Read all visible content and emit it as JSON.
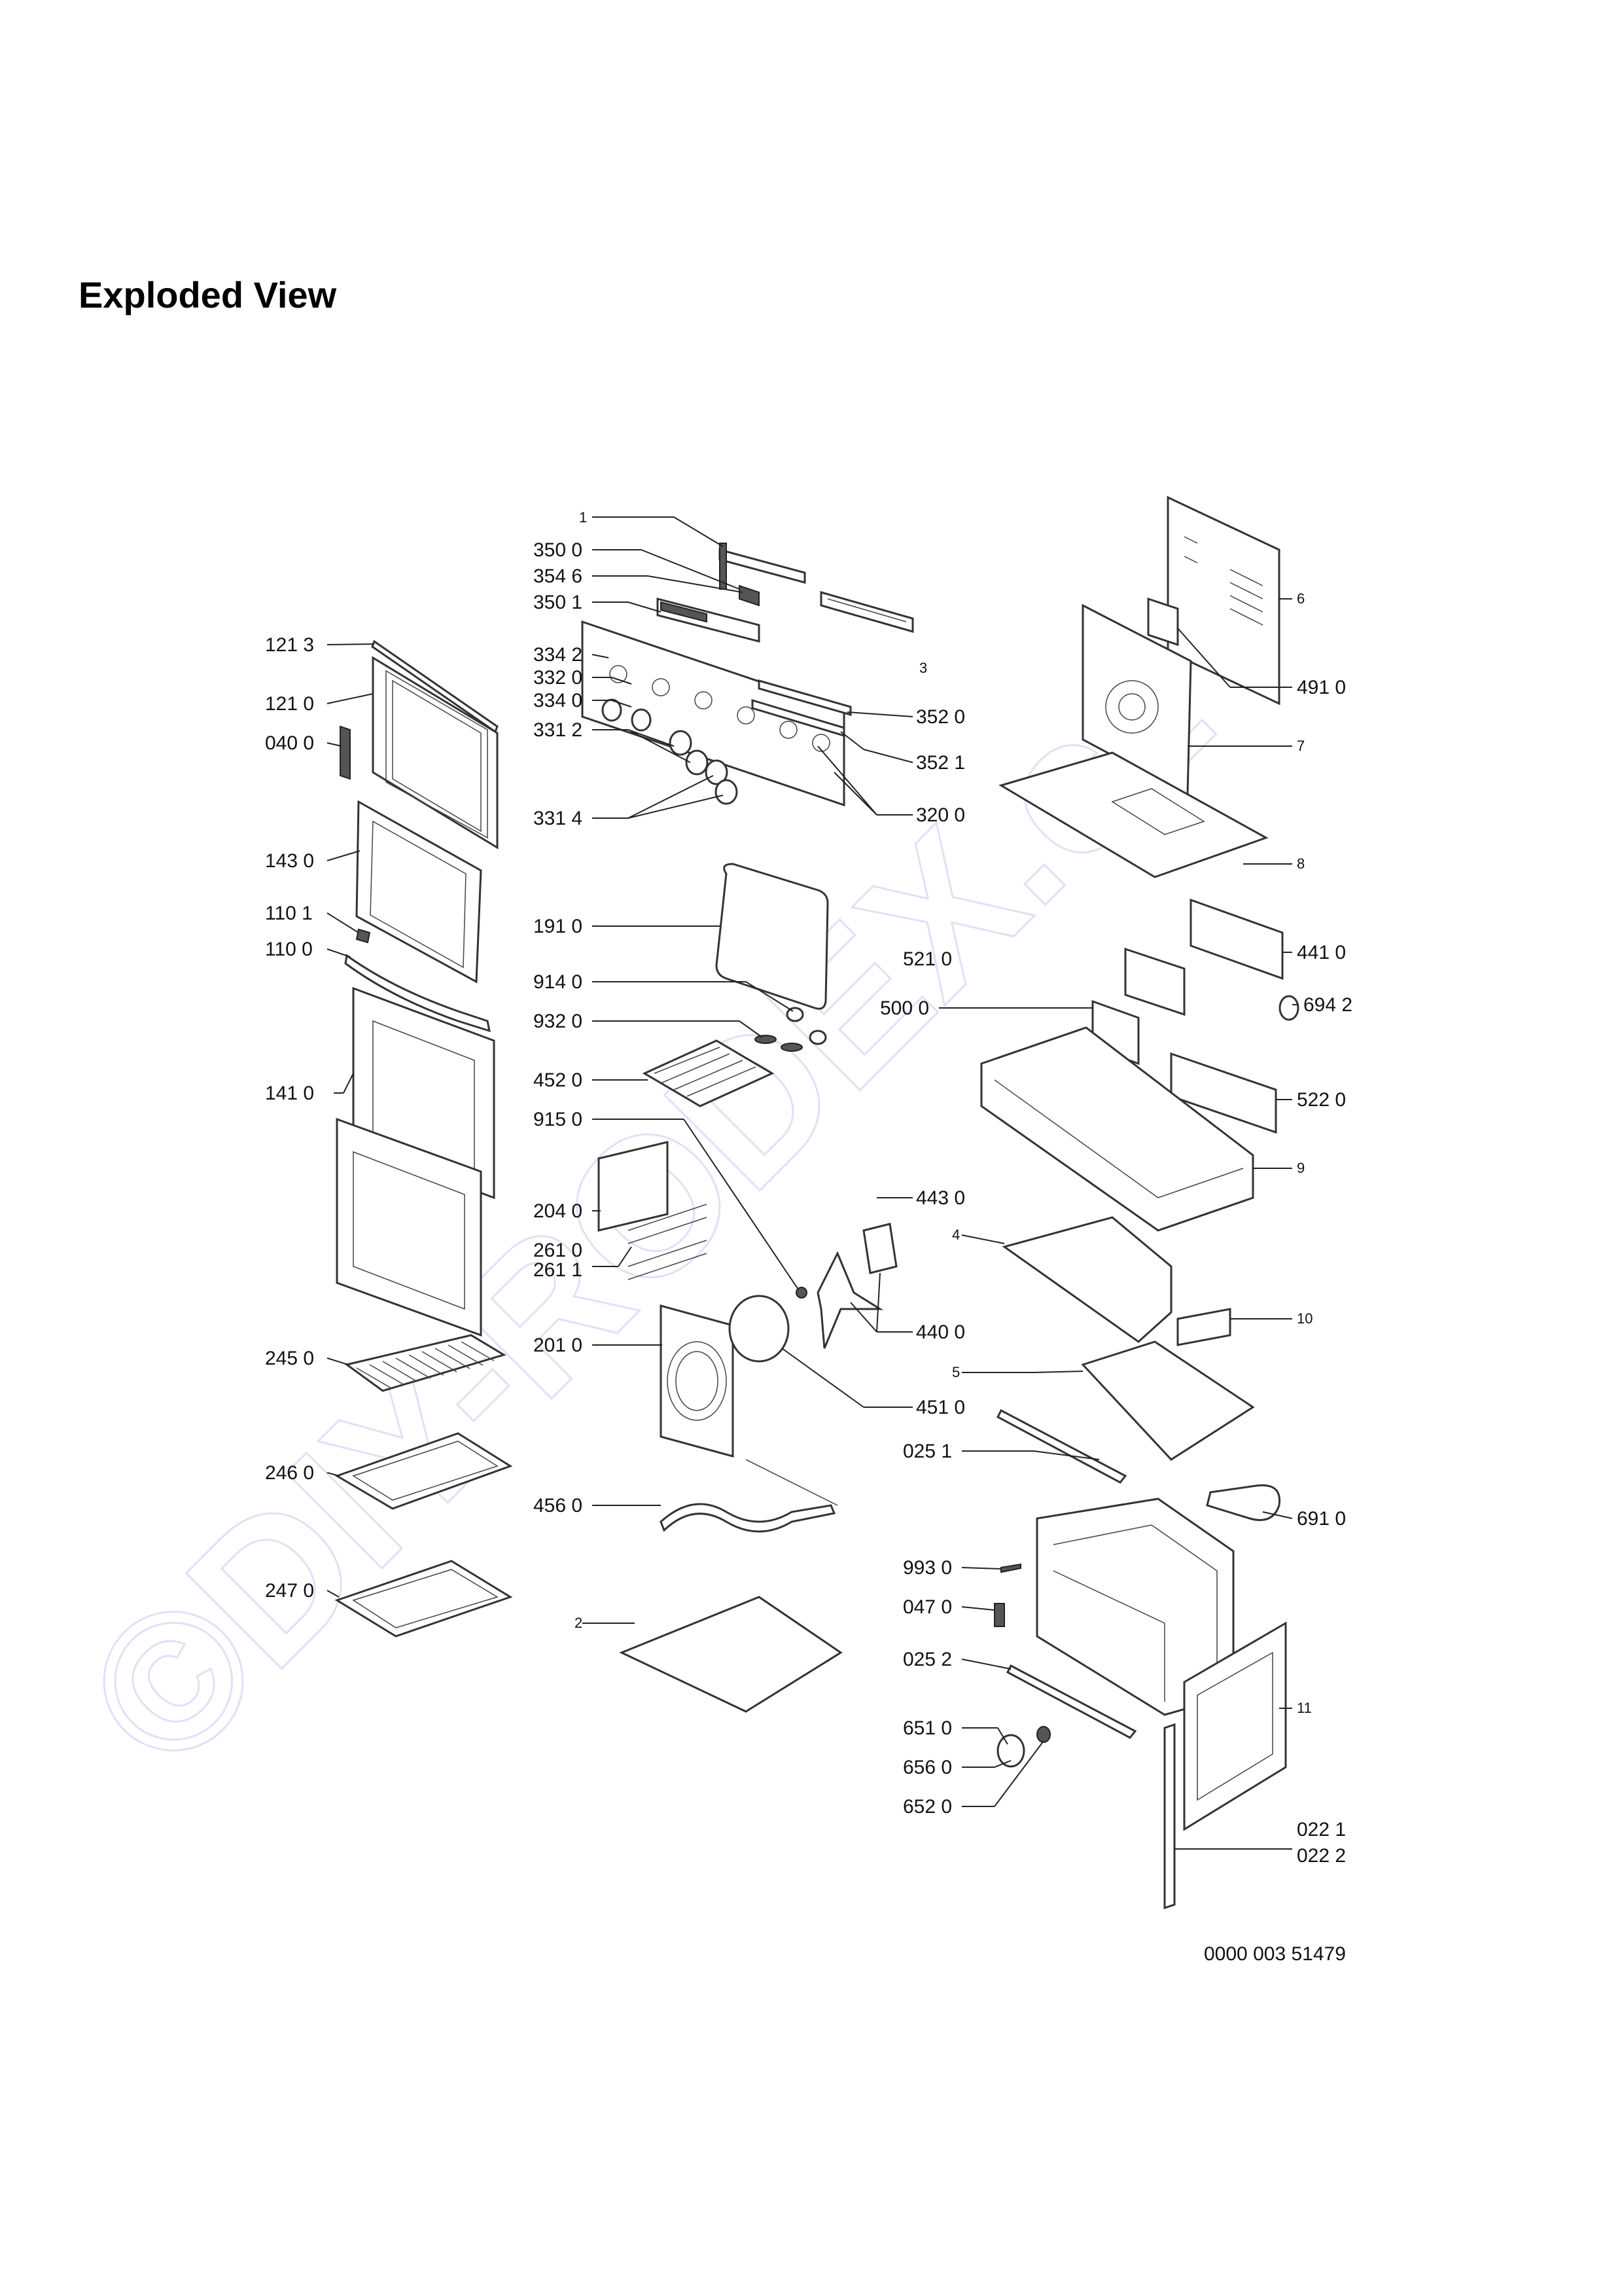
{
  "title": "Exploded View",
  "document_number": "0000 003 51479",
  "watermark": "©DIY-RODEX.cz",
  "callouts": [
    "1",
    "350 0",
    "354 6",
    "350 1",
    "121 3",
    "121 0",
    "040 0",
    "334 2",
    "332 0",
    "334 0",
    "331 2",
    "331 4",
    "3",
    "352 0",
    "352 1",
    "320 0",
    "143 0",
    "110 1",
    "110 0",
    "191 0",
    "914 0",
    "932 0",
    "452 0",
    "141 0",
    "915 0",
    "204 0",
    "261 0",
    "261 1",
    "201 0",
    "245 0",
    "246 0",
    "456 0",
    "247 0",
    "2",
    "443 0",
    "440 0",
    "451 0",
    "6",
    "491 0",
    "7",
    "8",
    "441 0",
    "521 0",
    "694 2",
    "500 0",
    "522 0",
    "9",
    "4",
    "10",
    "5",
    "025 1",
    "691 0",
    "993 0",
    "047 0",
    "025 2",
    "651 0",
    "656 0",
    "652 0",
    "11",
    "022 1",
    "022 2"
  ]
}
